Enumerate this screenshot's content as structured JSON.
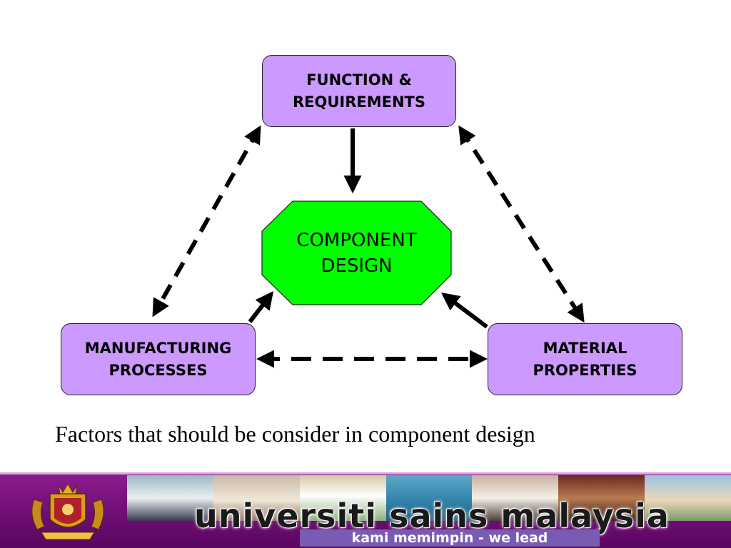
{
  "diagram": {
    "function_box": {
      "line1": "FUNCTION &",
      "line2": "REQUIREMENTS",
      "fill": "#cc99ff"
    },
    "center": {
      "line1": "COMPONENT",
      "line2": "DESIGN",
      "fill": "#00ff00"
    },
    "manufacturing_box": {
      "line1": "MANUFACTURING",
      "line2": "PROCESSES",
      "fill": "#cc99ff"
    },
    "material_box": {
      "line1": "MATERIAL",
      "line2": "PROPERTIES",
      "fill": "#cc99ff"
    }
  },
  "caption": "Factors that should be consider in component design",
  "banner": {
    "name": "universiti sains malaysia",
    "tagline": "kami memimpin - we lead",
    "background": "#7a1880"
  }
}
